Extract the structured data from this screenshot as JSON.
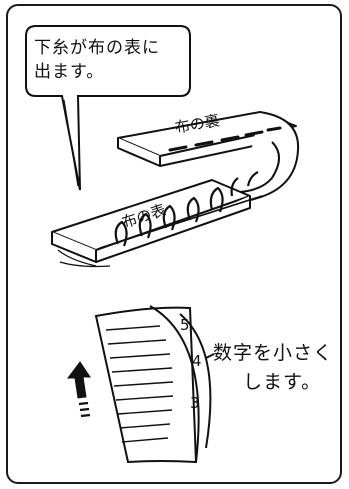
{
  "callout": {
    "line1": "下糸が布の表に",
    "line2": "出ます。"
  },
  "fabric": {
    "back_label": "布の裏",
    "front_label": "布の表"
  },
  "dial": {
    "numbers": [
      "5",
      "4",
      "3"
    ]
  },
  "instruction": {
    "line1": "数字を小さく",
    "line2": "します。"
  },
  "icons": [
    "speech-bubble-icon",
    "turn-direction-arrow-icon"
  ]
}
